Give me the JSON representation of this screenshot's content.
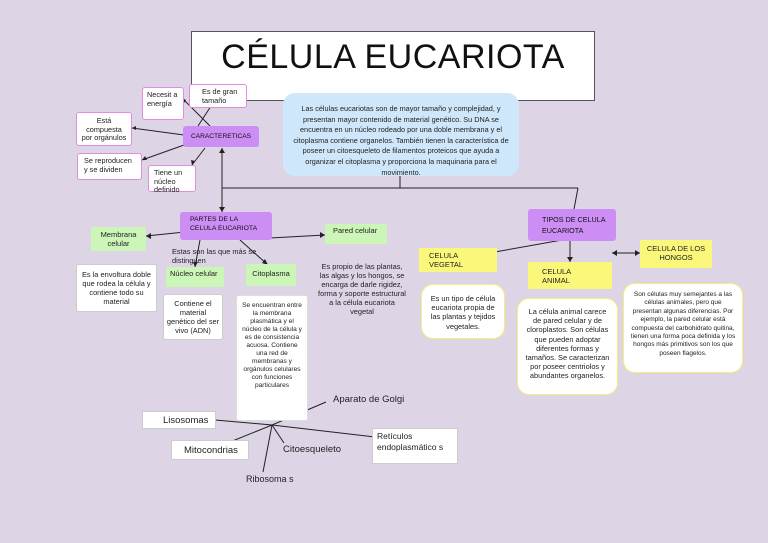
{
  "title": "CÉLULA EUCARIOTA",
  "intro": "Las células eucariotas son de mayor tamaño y complejidad, y presentan mayor contenido de material genético. Su DNA se encuentra en un núcleo rodeado por una doble membrana y el citoplasma contiene organelos. También tienen la característica de poseer un citoesqueleto de filamentos proteicos que ayuda a organizar el citoplasma y proporciona la maquinaria para el movimiento.",
  "caracteristicas": {
    "label": "CARACTERETICAS",
    "energia": "Necesit a energía",
    "tamano": "Es de gran tamaño",
    "organulos": "Está compuesta por orgánulos",
    "reproducen": "Se reproducen y se dividen",
    "nucleo": "Tiene un núcleo definido"
  },
  "partes": {
    "label": "PARTES DE LA CELULA EUCARIOTA",
    "membrana": "Membrana celular",
    "membrana_desc": "Es la envoltura doble que rodea la célula y contiene todo su material",
    "distinguen": "Estas son las que más se distinguen",
    "nucleo": "Núcleo celular",
    "nucleo_desc": "Contiene el material genético del ser vivo (ADN)",
    "citoplasma": "Citoplasma",
    "citoplasma_desc": "Se encuentran entre la membrana plasmática y el núcleo de la célula y es de consistencia acuosa. Contiene una red de membranas y orgánulos celulares con funciones particulares",
    "pared": "Pared celular",
    "pared_desc": "Es propio de las plantas, las algas y los hongos, se encarga de darle rigidez, forma y soporte estructural a la célula eucariota vegetal"
  },
  "organulos": {
    "golgi": "Aparato de Golgi",
    "lisosomas": "Lisosomas",
    "mitocondrias": "Mitocondrias",
    "citoesqueleto": "Citoesqueleto",
    "reticulos": "Retículos endoplasmático s",
    "ribosomas": "Ribosoma s"
  },
  "tipos": {
    "label": "TIPOS DE CELULA EUCARIOTA",
    "vegetal": "CELULA VEGETAL",
    "vegetal_desc": "Es un tipo de célula eucariota propia de las plantas y tejidos vegetales.",
    "animal": "CELULA ANIMAL",
    "animal_desc": "La célula animal carece de pared celular y de cloroplastos. Son células que pueden adoptar diferentes formas y tamaños. Se caracterizan por poseer centriolos y abundantes organelos.",
    "hongos": "CELULA DE LOS HONGOS",
    "hongos_desc": "Son células muy semejantes a las células animales, pero que presentan algunas diferencias. Por ejemplo, la pared celular está compuesta del carbohidrato quitina, tienen una forma poca definida y los hongos más primitivos son los que poseen flagelos."
  }
}
